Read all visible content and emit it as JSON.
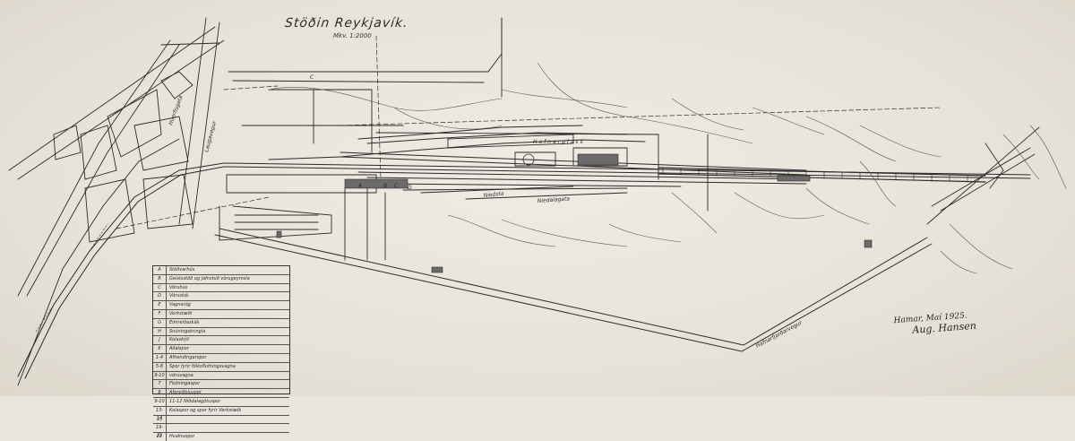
{
  "title": "Stöðin Reykjavík.",
  "scale": "Mkv. 1:2000",
  "signature": {
    "place_date": "Hamar, Maí 1925.",
    "name": "Aug. Hansen"
  },
  "labels": {
    "street_hafnarfjardarvegur": "Hafnarfjarðarvegur",
    "street_laugavegur": "Laugavegur",
    "street_hverfisgata": "Hverfisgata",
    "area_hafnarplass": "Hafnarplass",
    "niedsta": "Niedsta",
    "niedalagata": "Niedalagata",
    "c_marker": "C",
    "track_a": "A",
    "track_b": "B",
    "track_c": "C",
    "track_d": "D"
  },
  "legend": [
    {
      "key": "A",
      "text": "Stöðvarhús"
    },
    {
      "key": "B",
      "text": "Geislustöð og jafnstuð vörugeymsla"
    },
    {
      "key": "C",
      "text": "Vöruhús"
    },
    {
      "key": "D",
      "text": "Vöruskál"
    },
    {
      "key": "E",
      "text": "Vagnaróg"
    },
    {
      "key": "F",
      "text": "Verkstæði"
    },
    {
      "key": "G",
      "text": "Eimreiðaskáli"
    },
    {
      "key": "H",
      "text": "Snúningskringla"
    },
    {
      "key": "J",
      "text": "Kolaskýli"
    },
    {
      "key": "K",
      "text": "Aðalspor"
    },
    {
      "key": "1-4",
      "text": "Afhendingarspor"
    },
    {
      "key": "5-8",
      "text": "Spor fyrir fólksflutningsvagna"
    },
    {
      "key": "9-10",
      "text": "vöruvagna"
    },
    {
      "key": "7",
      "text": "Flutningaspor"
    },
    {
      "key": "8",
      "text": "Afgreiðsluspor"
    },
    {
      "key": "9-10",
      "text": "11-12 Niðdalagötuspor"
    },
    {
      "key": "13-14",
      "text": "Kolaspor og spor fyrir Verkstæði"
    },
    {
      "key": "15",
      "text": ""
    },
    {
      "key": "19-21",
      "text": ""
    },
    {
      "key": "22",
      "text": "Hvalnuspor"
    }
  ],
  "colors": {
    "paper": "#ebe6dd",
    "ink": "#2b2b2b",
    "building_fill": "#6b6b6b"
  }
}
